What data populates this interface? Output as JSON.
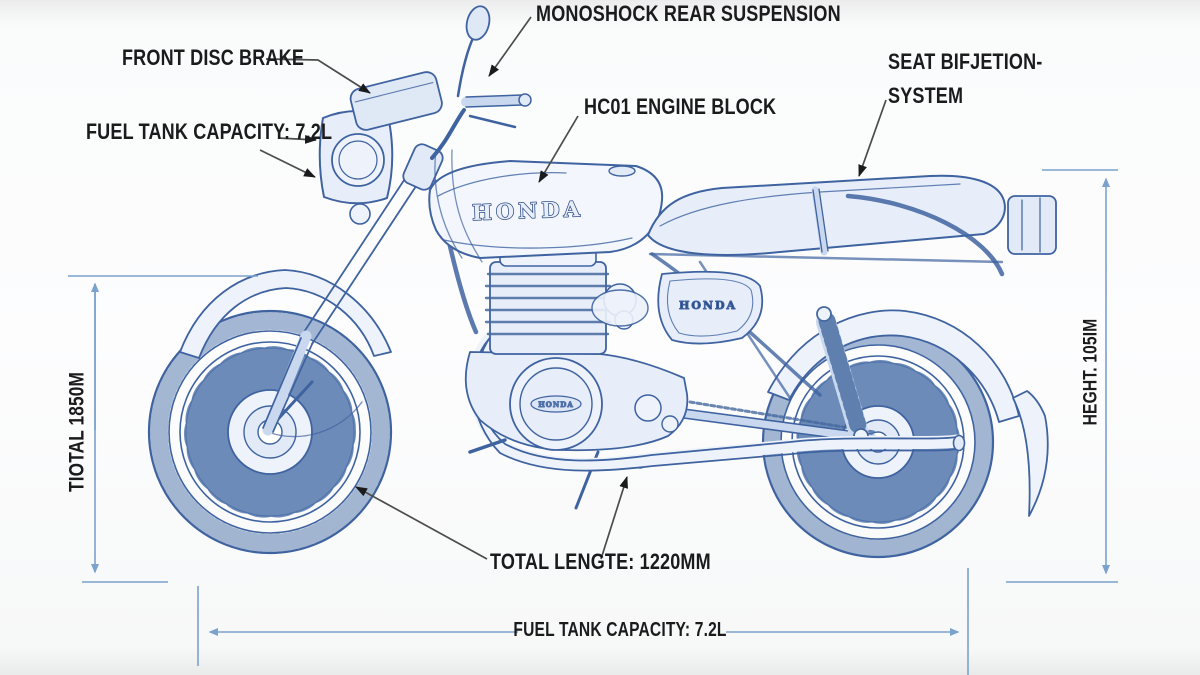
{
  "labels": {
    "monoshock": "MONOSHOCK REAR SUSPENSION",
    "front_disc_brake": "FRONT DISC BRAKE",
    "fuel_tank_capacity_left": "FUEL TANK CAPACITY: 7.2L",
    "engine_block": "HC01 ENGINE BLOCK",
    "seat_system_line1": "SEAT BIFJETION-",
    "seat_system_line2": "SYSTEM",
    "total_length": "TOTAL LENGTE: 1220MM",
    "fuel_tank_capacity_bottom": "FUEL TANK CAPACITY: 7.2L",
    "total_height_left": "TIOTAL 1850M",
    "height_right": "HEGHT. 105IM"
  },
  "branding": {
    "tank_logo": "HONDA",
    "side_cover_logo": "HONDA",
    "engine_badge": "HONDA"
  },
  "colors": {
    "line_blue": "#3f63a0",
    "fill_light": "#e7eefa",
    "dimension_blue": "#7ba1cd",
    "leader_gray": "#4c4c4c",
    "label_text": "#1b1b1d"
  }
}
